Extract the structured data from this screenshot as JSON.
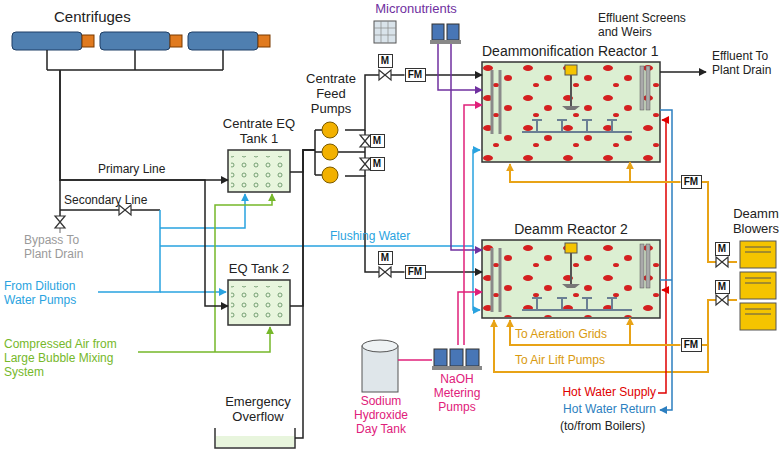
{
  "diagram": {
    "nodes": [
      {
        "text": [
          "Centrifuges"
        ]
      },
      {
        "text": [
          "Micronutrients"
        ]
      },
      {
        "text": [
          "Deammonification Reactor 1"
        ]
      },
      {
        "text": [
          "Centrate Feed Pumps"
        ]
      },
      {
        "text": [
          "M"
        ]
      },
      {
        "text": [
          "FM"
        ]
      },
      {
        "text": [
          "Centrate EQ Tank 1"
        ]
      },
      {
        "text": [
          "FM"
        ]
      },
      {
        "text": [
          "Deamm Blowers"
        ]
      },
      {
        "text": [
          "M"
        ]
      },
      {
        "text": [
          "M"
        ]
      },
      {
        "text": [
          "Deamm Reactor 2"
        ]
      },
      {
        "text": [
          "M"
        ]
      },
      {
        "text": [
          "FM"
        ]
      },
      {
        "text": [
          "M"
        ]
      },
      {
        "text": [
          "M"
        ]
      },
      {
        "text": [
          "EQ Tank 2"
        ]
      },
      {
        "text": [
          "FM"
        ]
      },
      {
        "text": [
          "NaOH Metering Pumps"
        ]
      },
      {
        "text": [
          "Sodium Hydroxide Day Tank"
        ]
      },
      {
        "text": [
          "Emergency Overflow"
        ]
      }
    ],
    "edges": [
      {
        "from": 0,
        "to": 6,
        "arrow": "to"
      },
      {
        "from": 0,
        "to": 16,
        "arrow": "to"
      },
      {
        "from": 6,
        "to": 3,
        "arrow": "none"
      },
      {
        "from": 16,
        "to": 3,
        "arrow": "none"
      },
      {
        "from": 20,
        "to": 3,
        "arrow": "none"
      },
      {
        "from": 3,
        "to": 5,
        "arrow": "none"
      },
      {
        "from": 5,
        "to": 2,
        "arrow": "to"
      },
      {
        "from": 3,
        "to": 13,
        "arrow": "none"
      },
      {
        "from": 13,
        "to": 11,
        "arrow": "to"
      },
      {
        "from": 1,
        "to": 2,
        "arrow": "to"
      },
      {
        "from": 1,
        "to": 11,
        "arrow": "to"
      },
      {
        "from": 19,
        "to": 18,
        "arrow": "none"
      },
      {
        "from": 18,
        "to": 2,
        "arrow": "to"
      },
      {
        "from": 18,
        "to": 11,
        "arrow": "to"
      },
      {
        "from": 8,
        "to": 7,
        "arrow": "none"
      },
      {
        "from": 7,
        "to": 2,
        "arrow": "to"
      },
      {
        "from": 8,
        "to": 17,
        "arrow": "none"
      },
      {
        "from": 17,
        "to": 11,
        "arrow": "to"
      }
    ],
    "labels": [
      "Primary Line",
      "Secondary Line",
      "Bypass To Plant Drain",
      "From Dilution Water Pumps",
      "Compressed Air from Large Bubble Mixing System",
      "Flushing Water",
      "Effluent Screens and Weirs",
      "Effluent To Plant Drain",
      "To Aeration Grids",
      "To Air Lift Pumps",
      "Hot Water Supply",
      "Hot Water Return",
      "(to/from Boilers)"
    ]
  }
}
